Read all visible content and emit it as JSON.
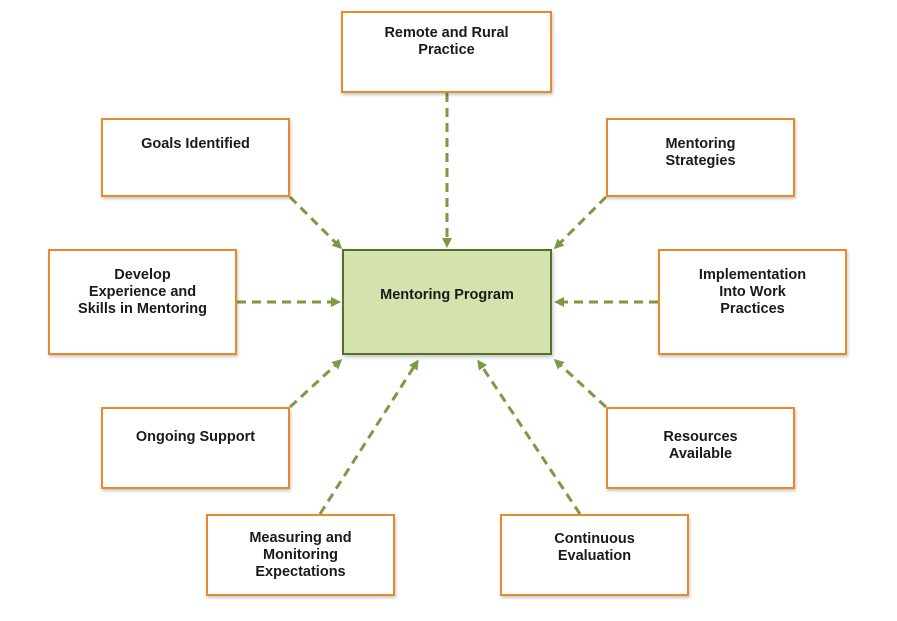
{
  "diagram": {
    "center": {
      "label": "Mentoring Program"
    },
    "nodes": [
      {
        "id": "remote-rural-practice",
        "label": "Remote and Rural\nPractice"
      },
      {
        "id": "goals-identified",
        "label": "Goals Identified"
      },
      {
        "id": "mentoring-strategies",
        "label": "Mentoring\nStrategies"
      },
      {
        "id": "develop-experience",
        "label": "Develop\nExperience and\nSkills in Mentoring"
      },
      {
        "id": "implementation-work-practices",
        "label": "Implementation\nInto Work\nPractices"
      },
      {
        "id": "ongoing-support",
        "label": "Ongoing Support"
      },
      {
        "id": "resources-available",
        "label": "Resources\nAvailable"
      },
      {
        "id": "measuring-monitoring",
        "label": "Measuring and\nMonitoring\nExpectations"
      },
      {
        "id": "continuous-evaluation",
        "label": "Continuous\nEvaluation"
      }
    ],
    "colors": {
      "box_border": "#e9892c",
      "center_fill": "#d4e3ad",
      "center_border": "#56702b",
      "arrow": "#7a9a44"
    }
  }
}
